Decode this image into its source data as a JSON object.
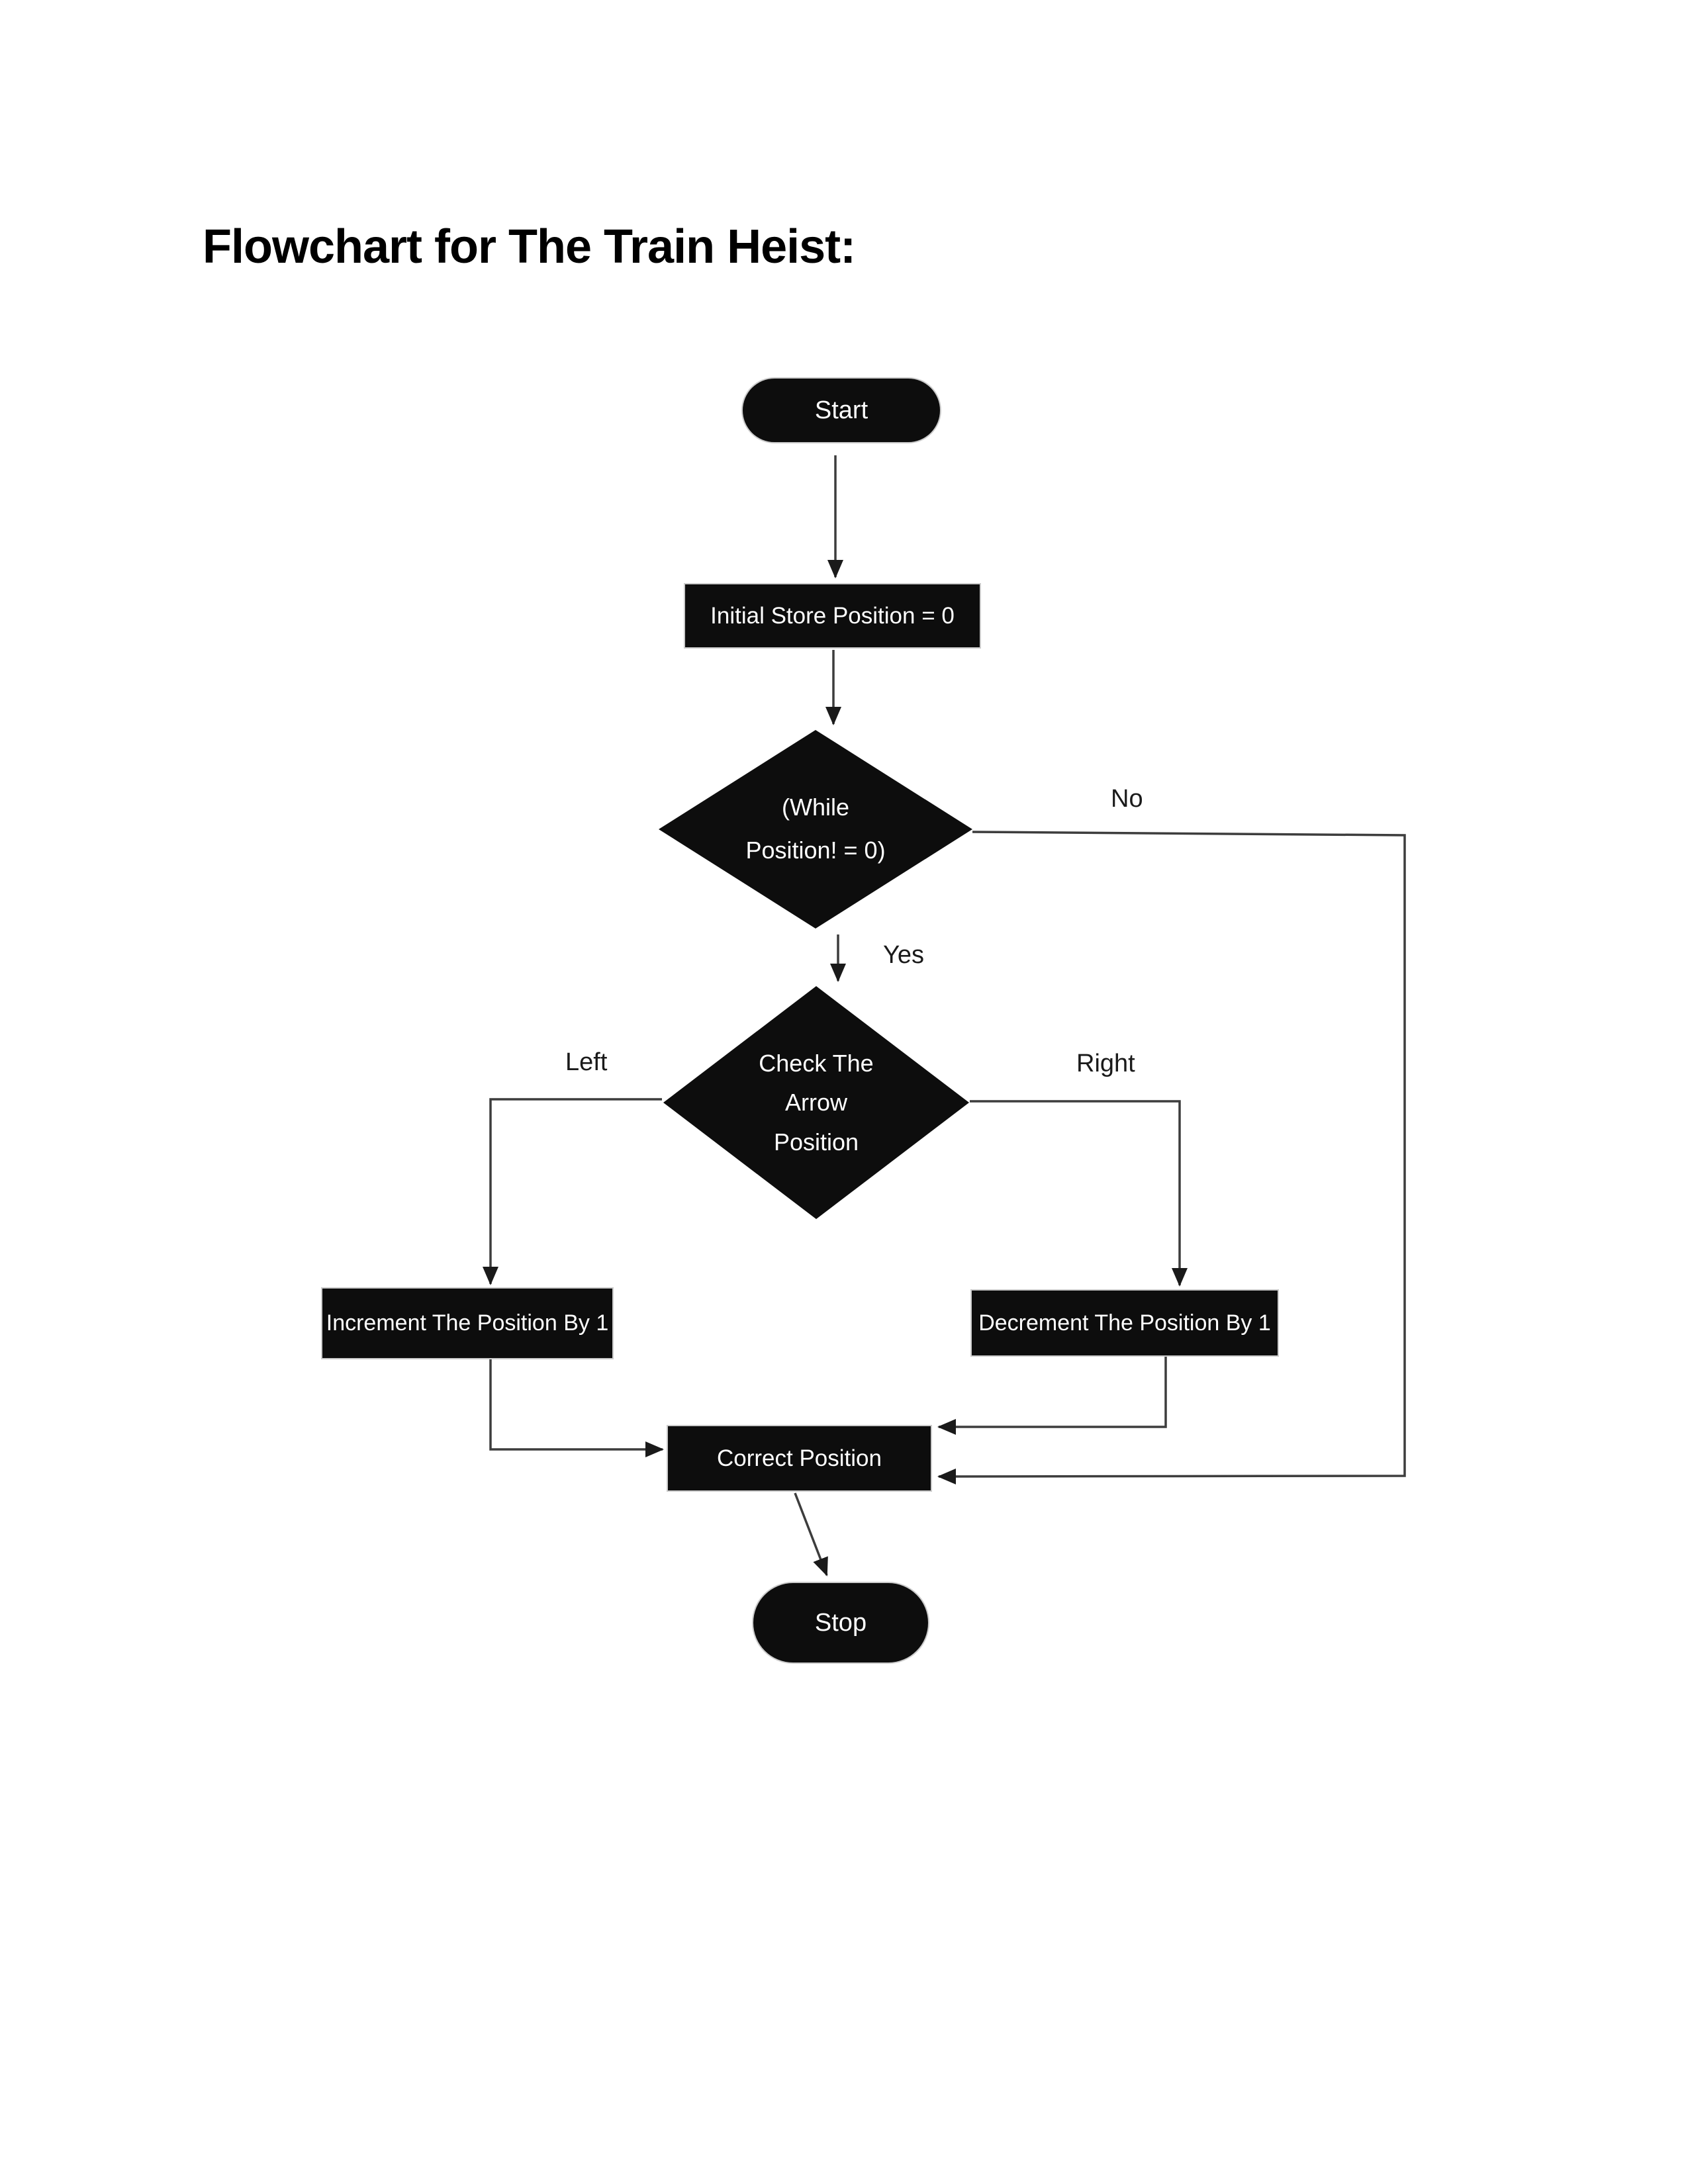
{
  "page": {
    "title": "Flowchart for The Train Heist:"
  },
  "flowchart": {
    "nodes": {
      "start": {
        "label": "Start",
        "shape": "terminator"
      },
      "init": {
        "label": "Initial Store Position = 0",
        "shape": "process"
      },
      "while_loop": {
        "label": "(While\nPosition! = 0)",
        "shape": "decision"
      },
      "check_arrow": {
        "label": "Check The\nArrow\nPosition",
        "shape": "decision"
      },
      "increment": {
        "label": "Increment The Position By 1",
        "shape": "process"
      },
      "decrement": {
        "label": "Decrement The Position By 1",
        "shape": "process"
      },
      "correct": {
        "label": "Correct Position",
        "shape": "process"
      },
      "stop": {
        "label": "Stop",
        "shape": "terminator"
      }
    },
    "edge_labels": {
      "no": "No",
      "yes": "Yes",
      "left": "Left",
      "right": "Right"
    },
    "colors": {
      "node_fill": "#0d0d0d",
      "node_text": "#ffffff",
      "connector": "#3d3d3d",
      "arrowhead": "#1a1a1a",
      "label_text": "#1a1a1a",
      "title_text": "#000000"
    }
  }
}
